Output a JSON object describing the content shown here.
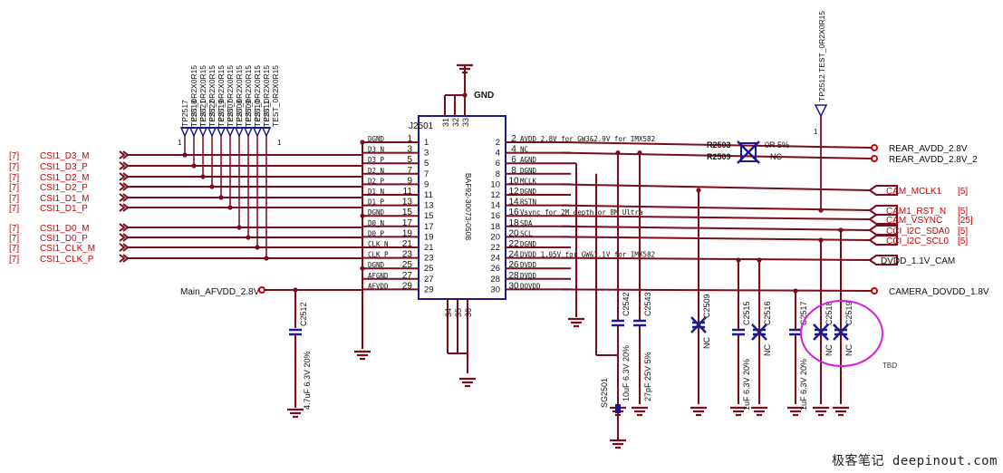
{
  "colors": {
    "wire": "#7a0c1c",
    "label_red": "#cc0000",
    "text": "#111111",
    "blue": "#1a1a8c",
    "net_dot": "#cc0000"
  },
  "connector": {
    "ref": "J2501",
    "part": "BAF92-30073-0508",
    "left_pins": [
      "1",
      "3",
      "5",
      "7",
      "9",
      "11",
      "13",
      "15",
      "17",
      "19",
      "21",
      "23",
      "25",
      "27",
      "29"
    ],
    "right_pins": [
      "2",
      "4",
      "6",
      "8",
      "10",
      "12",
      "14",
      "16",
      "18",
      "20",
      "22",
      "24",
      "26",
      "28",
      "30"
    ],
    "top_pins": [
      "31",
      "32",
      "33"
    ],
    "bottom_pins": [
      "34",
      "35",
      "36"
    ],
    "left_signals": [
      "DGND",
      "D3_N",
      "D3_P",
      "D2_N",
      "D2_P",
      "D1_N",
      "D1_P",
      "DGND",
      "D0_N",
      "D0_P",
      "CLK_N",
      "CLK_P",
      "DGND",
      "AFGND",
      "AFVDD"
    ],
    "right_signals": [
      "AVDD 2.8V for GW3&2.9V for IMX582",
      "NC",
      "AGND",
      "DGND",
      "MCLK",
      "DGND",
      "RSTN",
      "Vsync for 2M depth or 8M Ultra",
      "SDA",
      "SCL",
      "DGND",
      "DVDD 1.05V for GW&1.1V for IMX582",
      "DVDD",
      "DVDD",
      "DOVDD"
    ]
  },
  "test_points": [
    "TP2517",
    "TP2518",
    "TP2521",
    "TP2522",
    "TP2519",
    "TP2507",
    "TP2508",
    "TP2509",
    "TP2510",
    "TP2511"
  ],
  "test_point_value": "TEST_0R2X0R15",
  "tp2512": {
    "ref": "TP2512",
    "value": "TEST_0R2X0R15",
    "pin": "1"
  },
  "tp_pin_label": "1",
  "left_ports": [
    {
      "page": "[7]",
      "name": "CSI1_D3_M"
    },
    {
      "page": "[7]",
      "name": "CSI1_D3_P"
    },
    {
      "page": "[7]",
      "name": "CSI1_D2_M"
    },
    {
      "page": "[7]",
      "name": "CSI1_D2_P"
    },
    {
      "page": "[7]",
      "name": "CSI1_D1_M"
    },
    {
      "page": "[7]",
      "name": "CSI1_D1_P"
    },
    {
      "page": "[7]",
      "name": "CSI1_D0_M"
    },
    {
      "page": "[7]",
      "name": "CSI1_D0_P"
    },
    {
      "page": "[7]",
      "name": "CSI1_CLK_M"
    },
    {
      "page": "[7]",
      "name": "CSI1_CLK_P"
    }
  ],
  "main_afvdd": "Main_AFVDD_2.8V",
  "gnd_label": "GND",
  "right_ports": [
    {
      "name": "REAR_AVDD_2.8V",
      "page": ""
    },
    {
      "name": "REAR_AVDD_2.8V_2",
      "page": ""
    },
    {
      "name": "CAM_MCLK1",
      "page": "[5]"
    },
    {
      "name": "CAM1_RST_N",
      "page": "[5]"
    },
    {
      "name": "CAM_VSYNC",
      "page": "[25]"
    },
    {
      "name": "CCI_I2C_SDA0",
      "page": "[5]"
    },
    {
      "name": "CCI_I2C_SCL0",
      "page": "[5]"
    },
    {
      "name": "DVDD_1.1V_CAM",
      "page": ""
    },
    {
      "name": "CAMERA_DOVDD_1.8V",
      "page": ""
    }
  ],
  "resistors": [
    {
      "ref": "R2503",
      "value": "0R 5%"
    },
    {
      "ref": "R2509",
      "value": "NC"
    }
  ],
  "capacitors": [
    {
      "ref": "C2512",
      "value": "4.7uF 6.3V 20%"
    },
    {
      "ref": "C2542",
      "value": "10uF 6.3V 20%"
    },
    {
      "ref": "C2543",
      "value": "27pF 25V 5%"
    },
    {
      "ref": "C2509",
      "value": "NC"
    },
    {
      "ref": "C2515",
      "value": "1uF 6.3V 20%"
    },
    {
      "ref": "C2516",
      "value": "NC"
    },
    {
      "ref": "C2517",
      "value": "1uF 6.3V 20%"
    },
    {
      "ref": "C2518",
      "value": "NC"
    },
    {
      "ref": "C2519",
      "value": "NC"
    }
  ],
  "spark_gap": {
    "ref": "SG2501"
  },
  "tbd_note": "TBD",
  "watermark": "极客笔记 deepinout.com"
}
